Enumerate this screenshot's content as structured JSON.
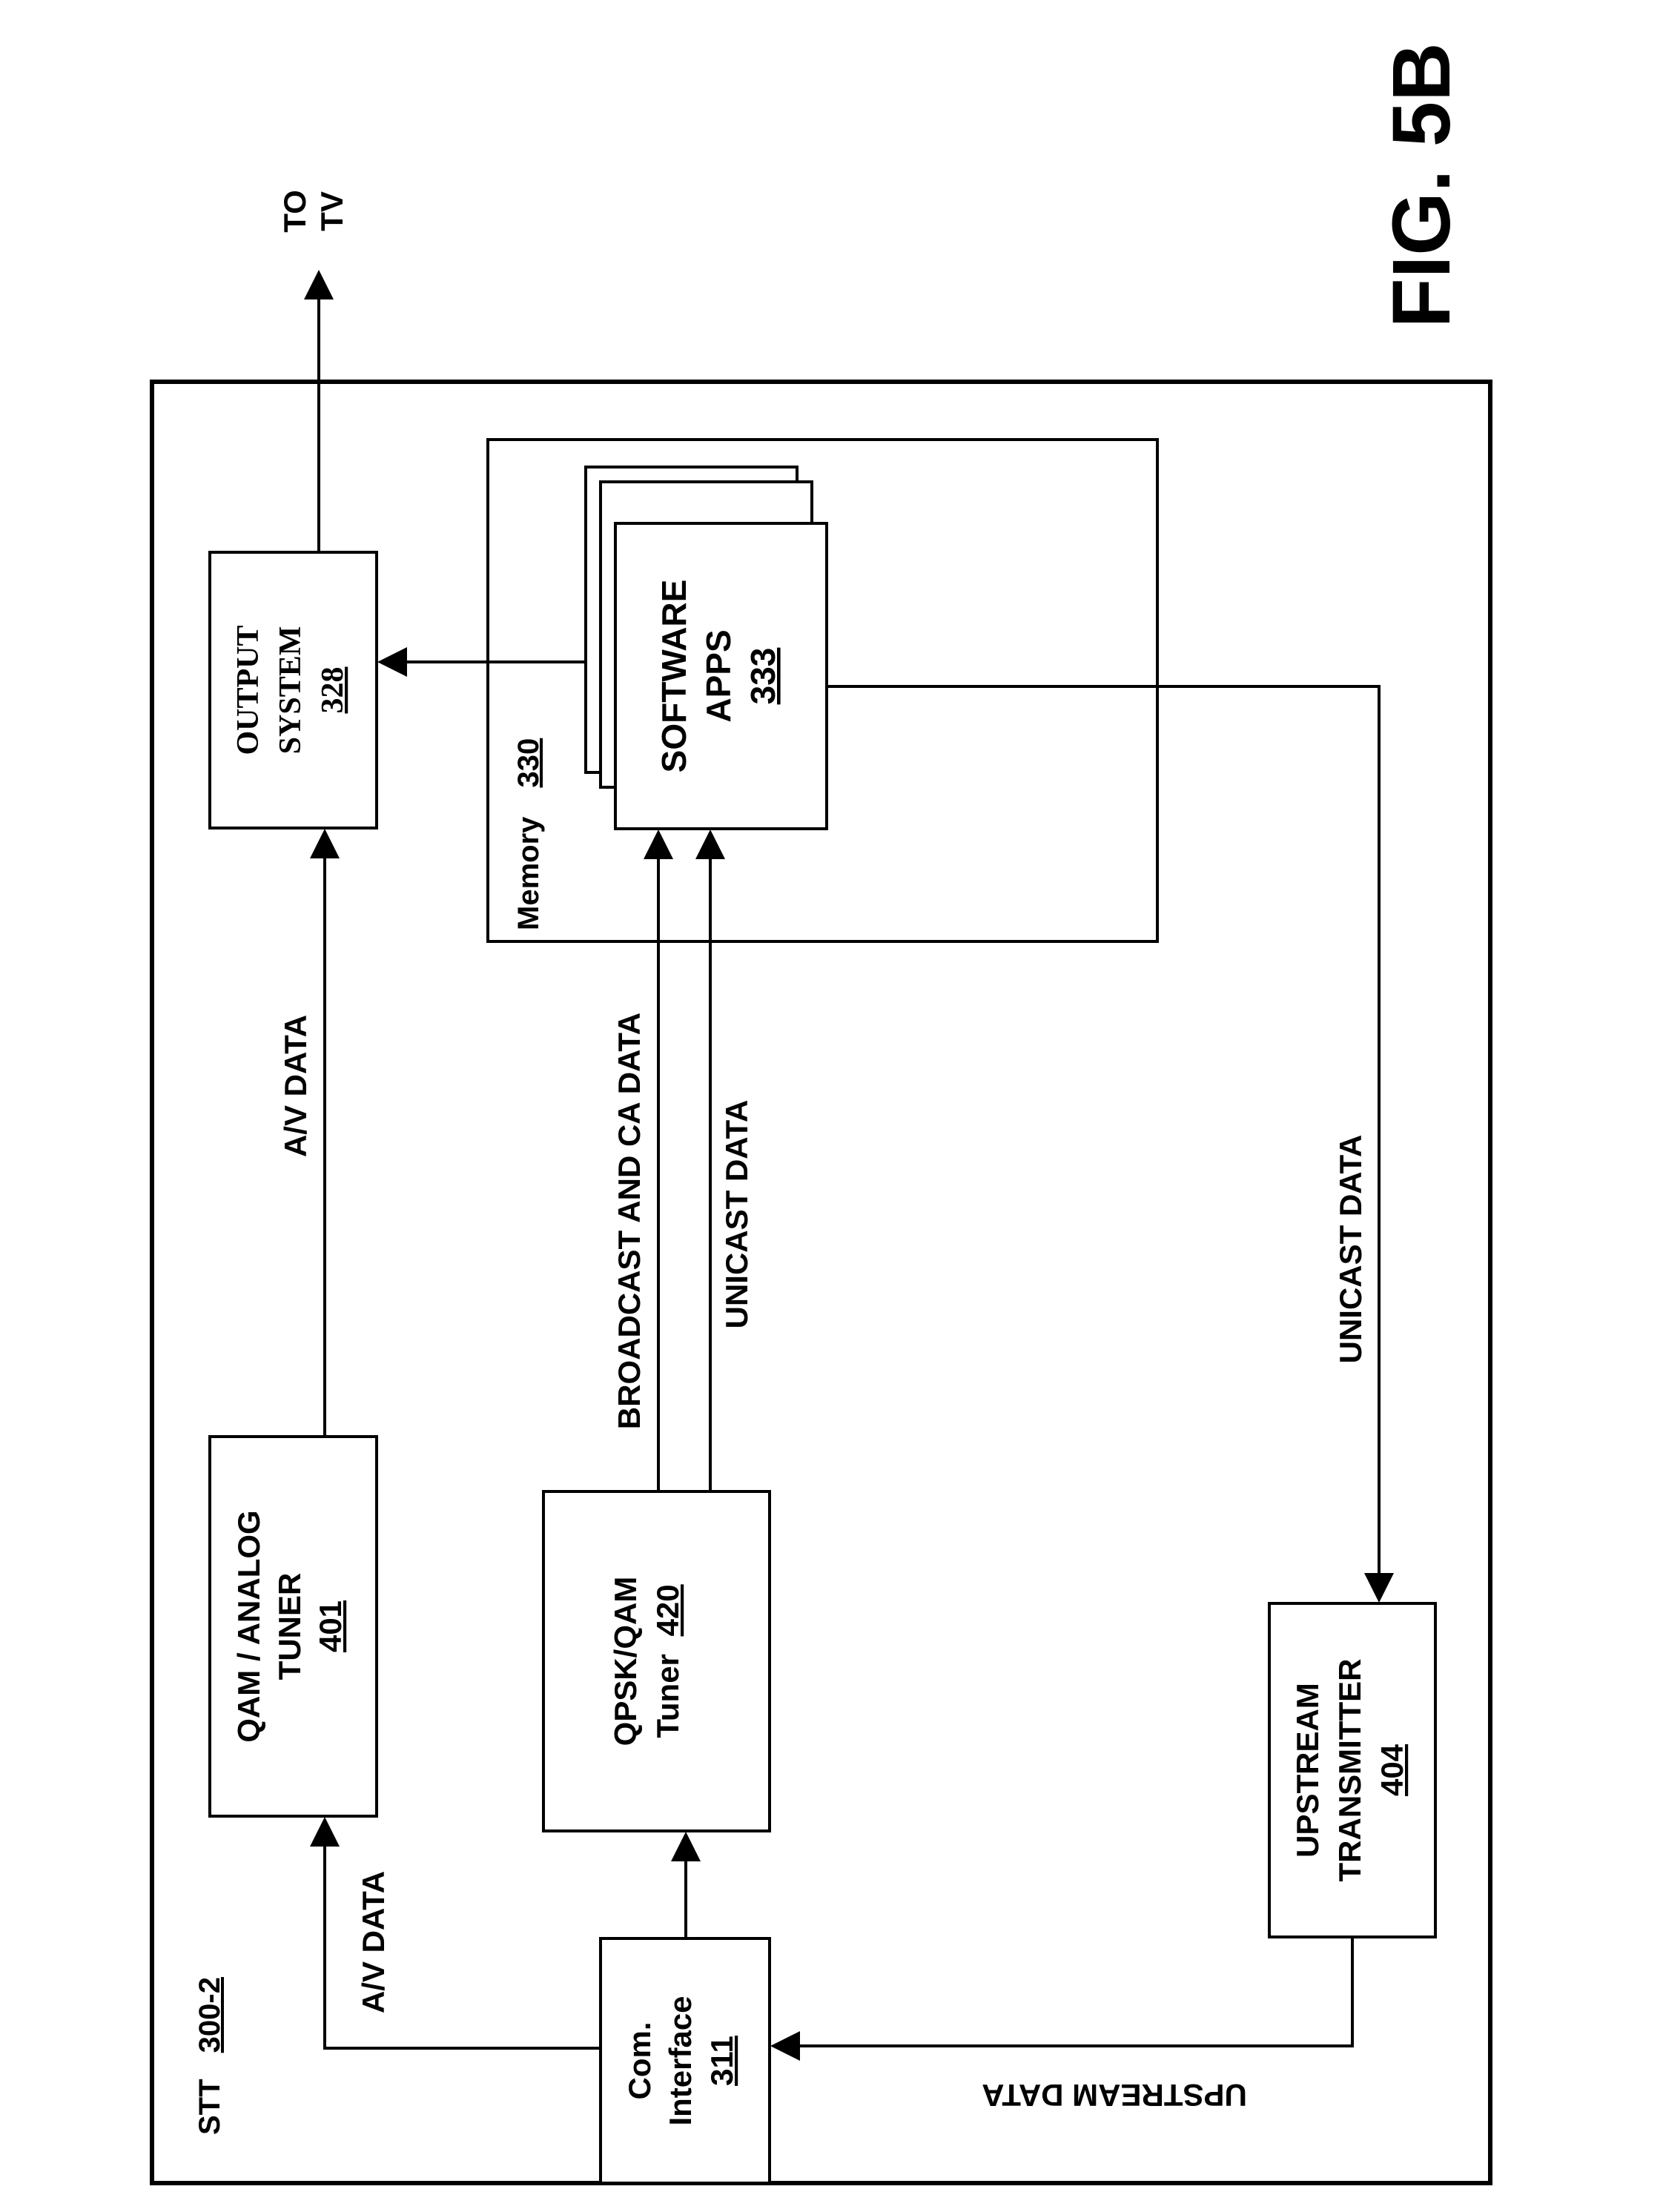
{
  "figure_label": "FIG. 5B",
  "stt": {
    "label": "STT",
    "ref": "300-2"
  },
  "to_tv": {
    "line1": "TO",
    "line2": "TV"
  },
  "com_interface": {
    "line1": "Com.",
    "line2": "Interface",
    "ref": "311"
  },
  "qam_tuner": {
    "line1": "QAM / ANALOG",
    "line2": "TUNER",
    "ref": "401"
  },
  "qpsk_tuner": {
    "line1": "QPSK/QAM",
    "line2": "Tuner",
    "ref": "420"
  },
  "upstream_tx": {
    "line1": "UPSTREAM",
    "line2": "TRANSMITTER",
    "ref": "404"
  },
  "output_system": {
    "line1": "OUTPUT",
    "line2": "SYSTEM",
    "ref": "328"
  },
  "memory": {
    "label": "Memory",
    "ref": "330"
  },
  "software_apps": {
    "line1": "SOFTWARE",
    "line2": "APPS",
    "ref": "333"
  },
  "labels": {
    "av_data_left": "A/V DATA",
    "av_data_top": "A/V DATA",
    "broadcast_ca": "BROADCAST AND CA DATA",
    "unicast_down": "UNICAST DATA",
    "unicast_up": "UNICAST DATA",
    "upstream_data": "UPSTREAM DATA"
  }
}
